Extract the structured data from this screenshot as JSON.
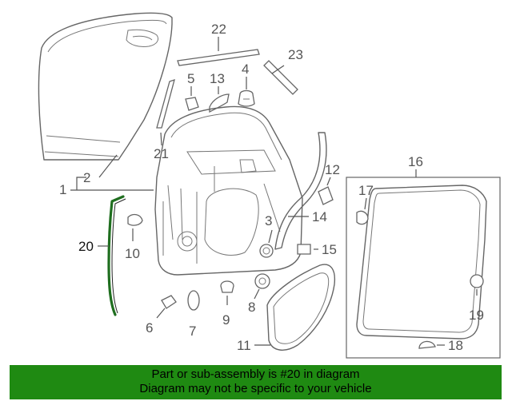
{
  "callouts": {
    "c1": "1",
    "c2": "2",
    "c3": "3",
    "c4": "4",
    "c5": "5",
    "c6": "6",
    "c7": "7",
    "c8": "8",
    "c9": "9",
    "c10": "10",
    "c11": "11",
    "c12": "12",
    "c13": "13",
    "c14": "14",
    "c15": "15",
    "c16": "16",
    "c17": "17",
    "c18": "18",
    "c19": "19",
    "c20": "20",
    "c21": "21",
    "c22": "22",
    "c23": "23"
  },
  "banner": {
    "line1": "Part or sub-assembly is #20 in diagram",
    "line2": "Diagram may not be specific to your vehicle"
  },
  "colors": {
    "banner_bg": "#1f8a12",
    "highlight_part": "#1f6e1f",
    "line_art": "#666666"
  }
}
